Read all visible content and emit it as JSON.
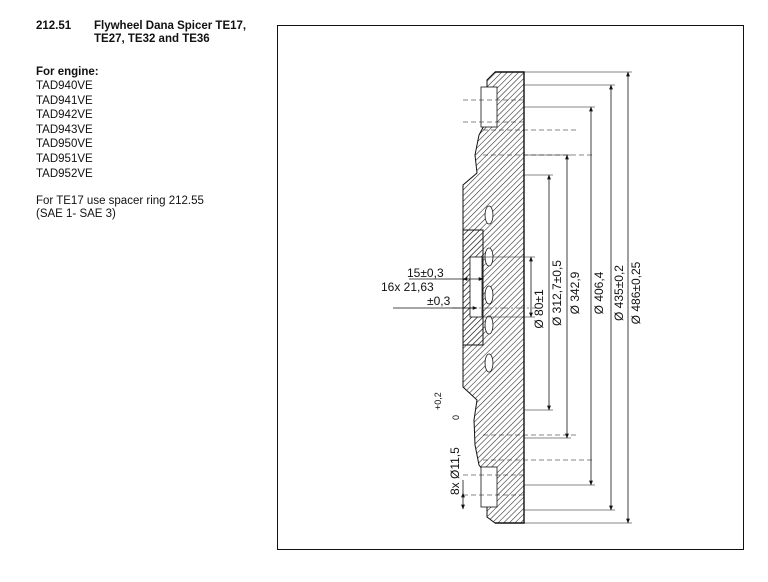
{
  "section": {
    "number": "212.51",
    "title_line1": "Flywheel Dana Spicer TE17,",
    "title_line2": "TE27, TE32 and TE36"
  },
  "engines": {
    "heading": "For engine:",
    "items": [
      "TAD940VE",
      "TAD941VE",
      "TAD942VE",
      "TAD943VE",
      "TAD950VE",
      "TAD951VE",
      "TAD952VE"
    ]
  },
  "note": "For TE17 use spacer ring 212.55\n(SAE 1- SAE 3)",
  "drawing": {
    "dimensions": {
      "d1": "Ø 80±1",
      "d2": "Ø 312,7±0,5",
      "d3": "Ø 342,9",
      "d4": "Ø 406,4",
      "d5": "Ø 435±0,2",
      "d6": "Ø 486±0,25",
      "offset": "15±0,3",
      "holes_a": "16x 21,63",
      "holes_b": "±0,3",
      "bolt_holes": "8x Ø11,5",
      "tol_upper": "+0,2",
      "tol_lower": "0"
    }
  }
}
